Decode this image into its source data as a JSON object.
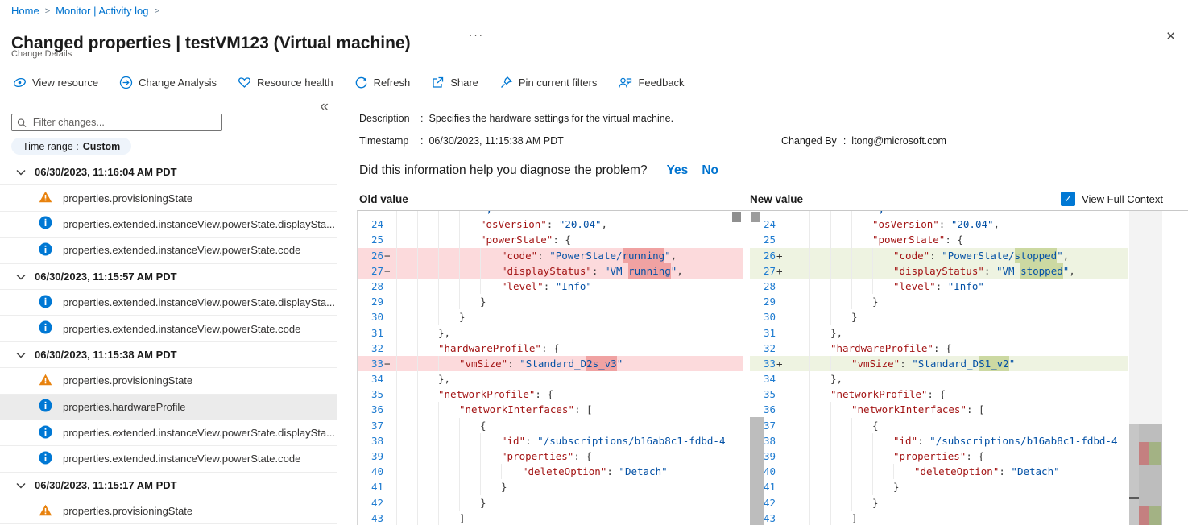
{
  "breadcrumb": {
    "items": [
      "Home",
      "Monitor | Activity log"
    ],
    "separator": ">"
  },
  "header": {
    "title": "Changed properties | testVM123 (Virtual machine)",
    "subtitle": "Change Details",
    "ellipsis": "···",
    "close": "✕",
    "collapse": "«"
  },
  "toolbar": {
    "items": [
      {
        "icon": "view-resource-icon",
        "label": "View resource"
      },
      {
        "icon": "change-analysis-icon",
        "label": "Change Analysis"
      },
      {
        "icon": "resource-health-icon",
        "label": "Resource health"
      },
      {
        "icon": "refresh-icon",
        "label": "Refresh"
      },
      {
        "icon": "share-icon",
        "label": "Share"
      },
      {
        "icon": "pin-icon",
        "label": "Pin current filters"
      },
      {
        "icon": "feedback-icon",
        "label": "Feedback"
      }
    ]
  },
  "sidebar": {
    "filter_placeholder": "Filter changes...",
    "time_range_label": "Time range :",
    "time_range_value": "Custom",
    "groups": [
      {
        "date": "06/30/2023, 11:16:04 AM PDT",
        "items": [
          {
            "icon": "warning",
            "label": "properties.provisioningState"
          },
          {
            "icon": "info",
            "label": "properties.extended.instanceView.powerState.displaySta..."
          },
          {
            "icon": "info",
            "label": "properties.extended.instanceView.powerState.code"
          }
        ]
      },
      {
        "date": "06/30/2023, 11:15:57 AM PDT",
        "items": [
          {
            "icon": "info",
            "label": "properties.extended.instanceView.powerState.displaySta..."
          },
          {
            "icon": "info",
            "label": "properties.extended.instanceView.powerState.code"
          }
        ]
      },
      {
        "date": "06/30/2023, 11:15:38 AM PDT",
        "items": [
          {
            "icon": "warning",
            "label": "properties.provisioningState"
          },
          {
            "icon": "info",
            "label": "properties.hardwareProfile",
            "selected": true
          },
          {
            "icon": "info",
            "label": "properties.extended.instanceView.powerState.displaySta..."
          },
          {
            "icon": "info",
            "label": "properties.extended.instanceView.powerState.code"
          }
        ]
      },
      {
        "date": "06/30/2023, 11:15:17 AM PDT",
        "items": [
          {
            "icon": "warning",
            "label": "properties.provisioningState"
          }
        ]
      }
    ]
  },
  "details": {
    "description_label": "Description",
    "description_value": "Specifies the hardware settings for the virtual machine.",
    "timestamp_label": "Timestamp",
    "timestamp_value": "06/30/2023, 11:15:38 AM PDT",
    "changedby_label": "Changed By",
    "changedby_value": "ltong@microsoft.com",
    "question": "Did this information help you diagnose the problem?",
    "yes": "Yes",
    "no": "No"
  },
  "diff": {
    "old_header": "Old value",
    "new_header": "New value",
    "context_label": "View Full Context",
    "context_checked": true,
    "check_glyph": "✓",
    "old_lines": [
      {
        "n": "",
        "m": "",
        "i": 4,
        "hl": "",
        "t": [
          [
            "s",
            "\","
          ]
        ]
      },
      {
        "n": "24",
        "m": "",
        "i": 4,
        "hl": "",
        "t": [
          [
            "k",
            "\"osVersion\""
          ],
          [
            "p",
            ": "
          ],
          [
            "s",
            "\"20.04\""
          ],
          [
            "p",
            ","
          ]
        ]
      },
      {
        "n": "25",
        "m": "",
        "i": 4,
        "hl": "",
        "t": [
          [
            "k",
            "\"powerState\""
          ],
          [
            "p",
            ": {"
          ]
        ]
      },
      {
        "n": "26",
        "m": "−",
        "i": 5,
        "hl": "removed",
        "t": [
          [
            "k",
            "\"code\""
          ],
          [
            "p",
            ": "
          ],
          [
            "s",
            "\"PowerState/"
          ],
          [
            "sh",
            "running"
          ],
          [
            "s",
            "\""
          ],
          [
            "p",
            ","
          ]
        ]
      },
      {
        "n": "27",
        "m": "−",
        "i": 5,
        "hl": "removed",
        "t": [
          [
            "k",
            "\"displayStatus\""
          ],
          [
            "p",
            ": "
          ],
          [
            "s",
            "\"VM "
          ],
          [
            "sh",
            "running"
          ],
          [
            "s",
            "\""
          ],
          [
            "p",
            ","
          ]
        ]
      },
      {
        "n": "28",
        "m": "",
        "i": 5,
        "hl": "",
        "t": [
          [
            "k",
            "\"level\""
          ],
          [
            "p",
            ": "
          ],
          [
            "s",
            "\"Info\""
          ]
        ]
      },
      {
        "n": "29",
        "m": "",
        "i": 4,
        "hl": "",
        "t": [
          [
            "p",
            "}"
          ]
        ]
      },
      {
        "n": "30",
        "m": "",
        "i": 3,
        "hl": "",
        "t": [
          [
            "p",
            "}"
          ]
        ]
      },
      {
        "n": "31",
        "m": "",
        "i": 2,
        "hl": "",
        "t": [
          [
            "p",
            "},"
          ]
        ]
      },
      {
        "n": "32",
        "m": "",
        "i": 2,
        "hl": "",
        "t": [
          [
            "k",
            "\"hardwareProfile\""
          ],
          [
            "p",
            ": {"
          ]
        ]
      },
      {
        "n": "33",
        "m": "−",
        "i": 3,
        "hl": "removed",
        "t": [
          [
            "k",
            "\"vmSize\""
          ],
          [
            "p",
            ": "
          ],
          [
            "s",
            "\"Standard_D"
          ],
          [
            "sh",
            "2s_v3"
          ],
          [
            "s",
            "\""
          ]
        ]
      },
      {
        "n": "34",
        "m": "",
        "i": 2,
        "hl": "",
        "t": [
          [
            "p",
            "},"
          ]
        ]
      },
      {
        "n": "35",
        "m": "",
        "i": 2,
        "hl": "",
        "t": [
          [
            "k",
            "\"networkProfile\""
          ],
          [
            "p",
            ": {"
          ]
        ]
      },
      {
        "n": "36",
        "m": "",
        "i": 3,
        "hl": "",
        "t": [
          [
            "k",
            "\"networkInterfaces\""
          ],
          [
            "p",
            ": ["
          ]
        ]
      },
      {
        "n": "37",
        "m": "",
        "i": 4,
        "hl": "",
        "t": [
          [
            "p",
            "{"
          ]
        ]
      },
      {
        "n": "38",
        "m": "",
        "i": 5,
        "hl": "",
        "t": [
          [
            "k",
            "\"id\""
          ],
          [
            "p",
            ": "
          ],
          [
            "s",
            "\"/subscriptions/b16ab8c1-fdbd-4"
          ]
        ]
      },
      {
        "n": "39",
        "m": "",
        "i": 5,
        "hl": "",
        "t": [
          [
            "k",
            "\"properties\""
          ],
          [
            "p",
            ": {"
          ]
        ]
      },
      {
        "n": "40",
        "m": "",
        "i": 6,
        "hl": "",
        "t": [
          [
            "k",
            "\"deleteOption\""
          ],
          [
            "p",
            ": "
          ],
          [
            "s",
            "\"Detach\""
          ]
        ]
      },
      {
        "n": "41",
        "m": "",
        "i": 5,
        "hl": "",
        "t": [
          [
            "p",
            "}"
          ]
        ]
      },
      {
        "n": "42",
        "m": "",
        "i": 4,
        "hl": "",
        "t": [
          [
            "p",
            "}"
          ]
        ]
      },
      {
        "n": "43",
        "m": "",
        "i": 3,
        "hl": "",
        "t": [
          [
            "p",
            "]"
          ]
        ]
      }
    ],
    "new_lines": [
      {
        "n": "",
        "m": "",
        "i": 4,
        "hl": "",
        "t": [
          [
            "s",
            "\","
          ]
        ]
      },
      {
        "n": "24",
        "m": "",
        "i": 4,
        "hl": "",
        "t": [
          [
            "k",
            "\"osVersion\""
          ],
          [
            "p",
            ": "
          ],
          [
            "s",
            "\"20.04\""
          ],
          [
            "p",
            ","
          ]
        ]
      },
      {
        "n": "25",
        "m": "",
        "i": 4,
        "hl": "",
        "t": [
          [
            "k",
            "\"powerState\""
          ],
          [
            "p",
            ": {"
          ]
        ]
      },
      {
        "n": "26",
        "m": "+",
        "i": 5,
        "hl": "added",
        "t": [
          [
            "k",
            "\"code\""
          ],
          [
            "p",
            ": "
          ],
          [
            "s",
            "\"PowerState/"
          ],
          [
            "sh",
            "stopped"
          ],
          [
            "s",
            "\""
          ],
          [
            "p",
            ","
          ]
        ]
      },
      {
        "n": "27",
        "m": "+",
        "i": 5,
        "hl": "added",
        "t": [
          [
            "k",
            "\"displayStatus\""
          ],
          [
            "p",
            ": "
          ],
          [
            "s",
            "\"VM "
          ],
          [
            "sh",
            "stopped"
          ],
          [
            "s",
            "\""
          ],
          [
            "p",
            ","
          ]
        ]
      },
      {
        "n": "28",
        "m": "",
        "i": 5,
        "hl": "",
        "t": [
          [
            "k",
            "\"level\""
          ],
          [
            "p",
            ": "
          ],
          [
            "s",
            "\"Info\""
          ]
        ]
      },
      {
        "n": "29",
        "m": "",
        "i": 4,
        "hl": "",
        "t": [
          [
            "p",
            "}"
          ]
        ]
      },
      {
        "n": "30",
        "m": "",
        "i": 3,
        "hl": "",
        "t": [
          [
            "p",
            "}"
          ]
        ]
      },
      {
        "n": "31",
        "m": "",
        "i": 2,
        "hl": "",
        "t": [
          [
            "p",
            "},"
          ]
        ]
      },
      {
        "n": "32",
        "m": "",
        "i": 2,
        "hl": "",
        "t": [
          [
            "k",
            "\"hardwareProfile\""
          ],
          [
            "p",
            ": {"
          ]
        ]
      },
      {
        "n": "33",
        "m": "+",
        "i": 3,
        "hl": "added",
        "t": [
          [
            "k",
            "\"vmSize\""
          ],
          [
            "p",
            ": "
          ],
          [
            "s",
            "\"Standard_D"
          ],
          [
            "sh",
            "S1_v2"
          ],
          [
            "s",
            "\""
          ]
        ]
      },
      {
        "n": "34",
        "m": "",
        "i": 2,
        "hl": "",
        "t": [
          [
            "p",
            "},"
          ]
        ]
      },
      {
        "n": "35",
        "m": "",
        "i": 2,
        "hl": "",
        "t": [
          [
            "k",
            "\"networkProfile\""
          ],
          [
            "p",
            ": {"
          ]
        ]
      },
      {
        "n": "36",
        "m": "",
        "i": 3,
        "hl": "",
        "t": [
          [
            "k",
            "\"networkInterfaces\""
          ],
          [
            "p",
            ": ["
          ]
        ]
      },
      {
        "n": "37",
        "m": "",
        "i": 4,
        "hl": "",
        "t": [
          [
            "p",
            "{"
          ]
        ]
      },
      {
        "n": "38",
        "m": "",
        "i": 5,
        "hl": "",
        "t": [
          [
            "k",
            "\"id\""
          ],
          [
            "p",
            ": "
          ],
          [
            "s",
            "\"/subscriptions/b16ab8c1-fdbd-4"
          ]
        ]
      },
      {
        "n": "39",
        "m": "",
        "i": 5,
        "hl": "",
        "t": [
          [
            "k",
            "\"properties\""
          ],
          [
            "p",
            ": {"
          ]
        ]
      },
      {
        "n": "40",
        "m": "",
        "i": 6,
        "hl": "",
        "t": [
          [
            "k",
            "\"deleteOption\""
          ],
          [
            "p",
            ": "
          ],
          [
            "s",
            "\"Detach\""
          ]
        ]
      },
      {
        "n": "41",
        "m": "",
        "i": 5,
        "hl": "",
        "t": [
          [
            "p",
            "}"
          ]
        ]
      },
      {
        "n": "42",
        "m": "",
        "i": 4,
        "hl": "",
        "t": [
          [
            "p",
            "}"
          ]
        ]
      },
      {
        "n": "43",
        "m": "",
        "i": 3,
        "hl": "",
        "t": [
          [
            "p",
            "]"
          ]
        ]
      }
    ]
  },
  "colors": {
    "accent": "#0078d4",
    "warning": "#e8820e",
    "link": "#0073cf",
    "removed_line": "#fcdadc",
    "removed_word": "#f0a2a2",
    "added_line": "#eef3e1",
    "added_word": "#ccd9a2",
    "key_text": "#a31515",
    "value_text": "#0451a5",
    "line_number": "#1e7bd0"
  }
}
